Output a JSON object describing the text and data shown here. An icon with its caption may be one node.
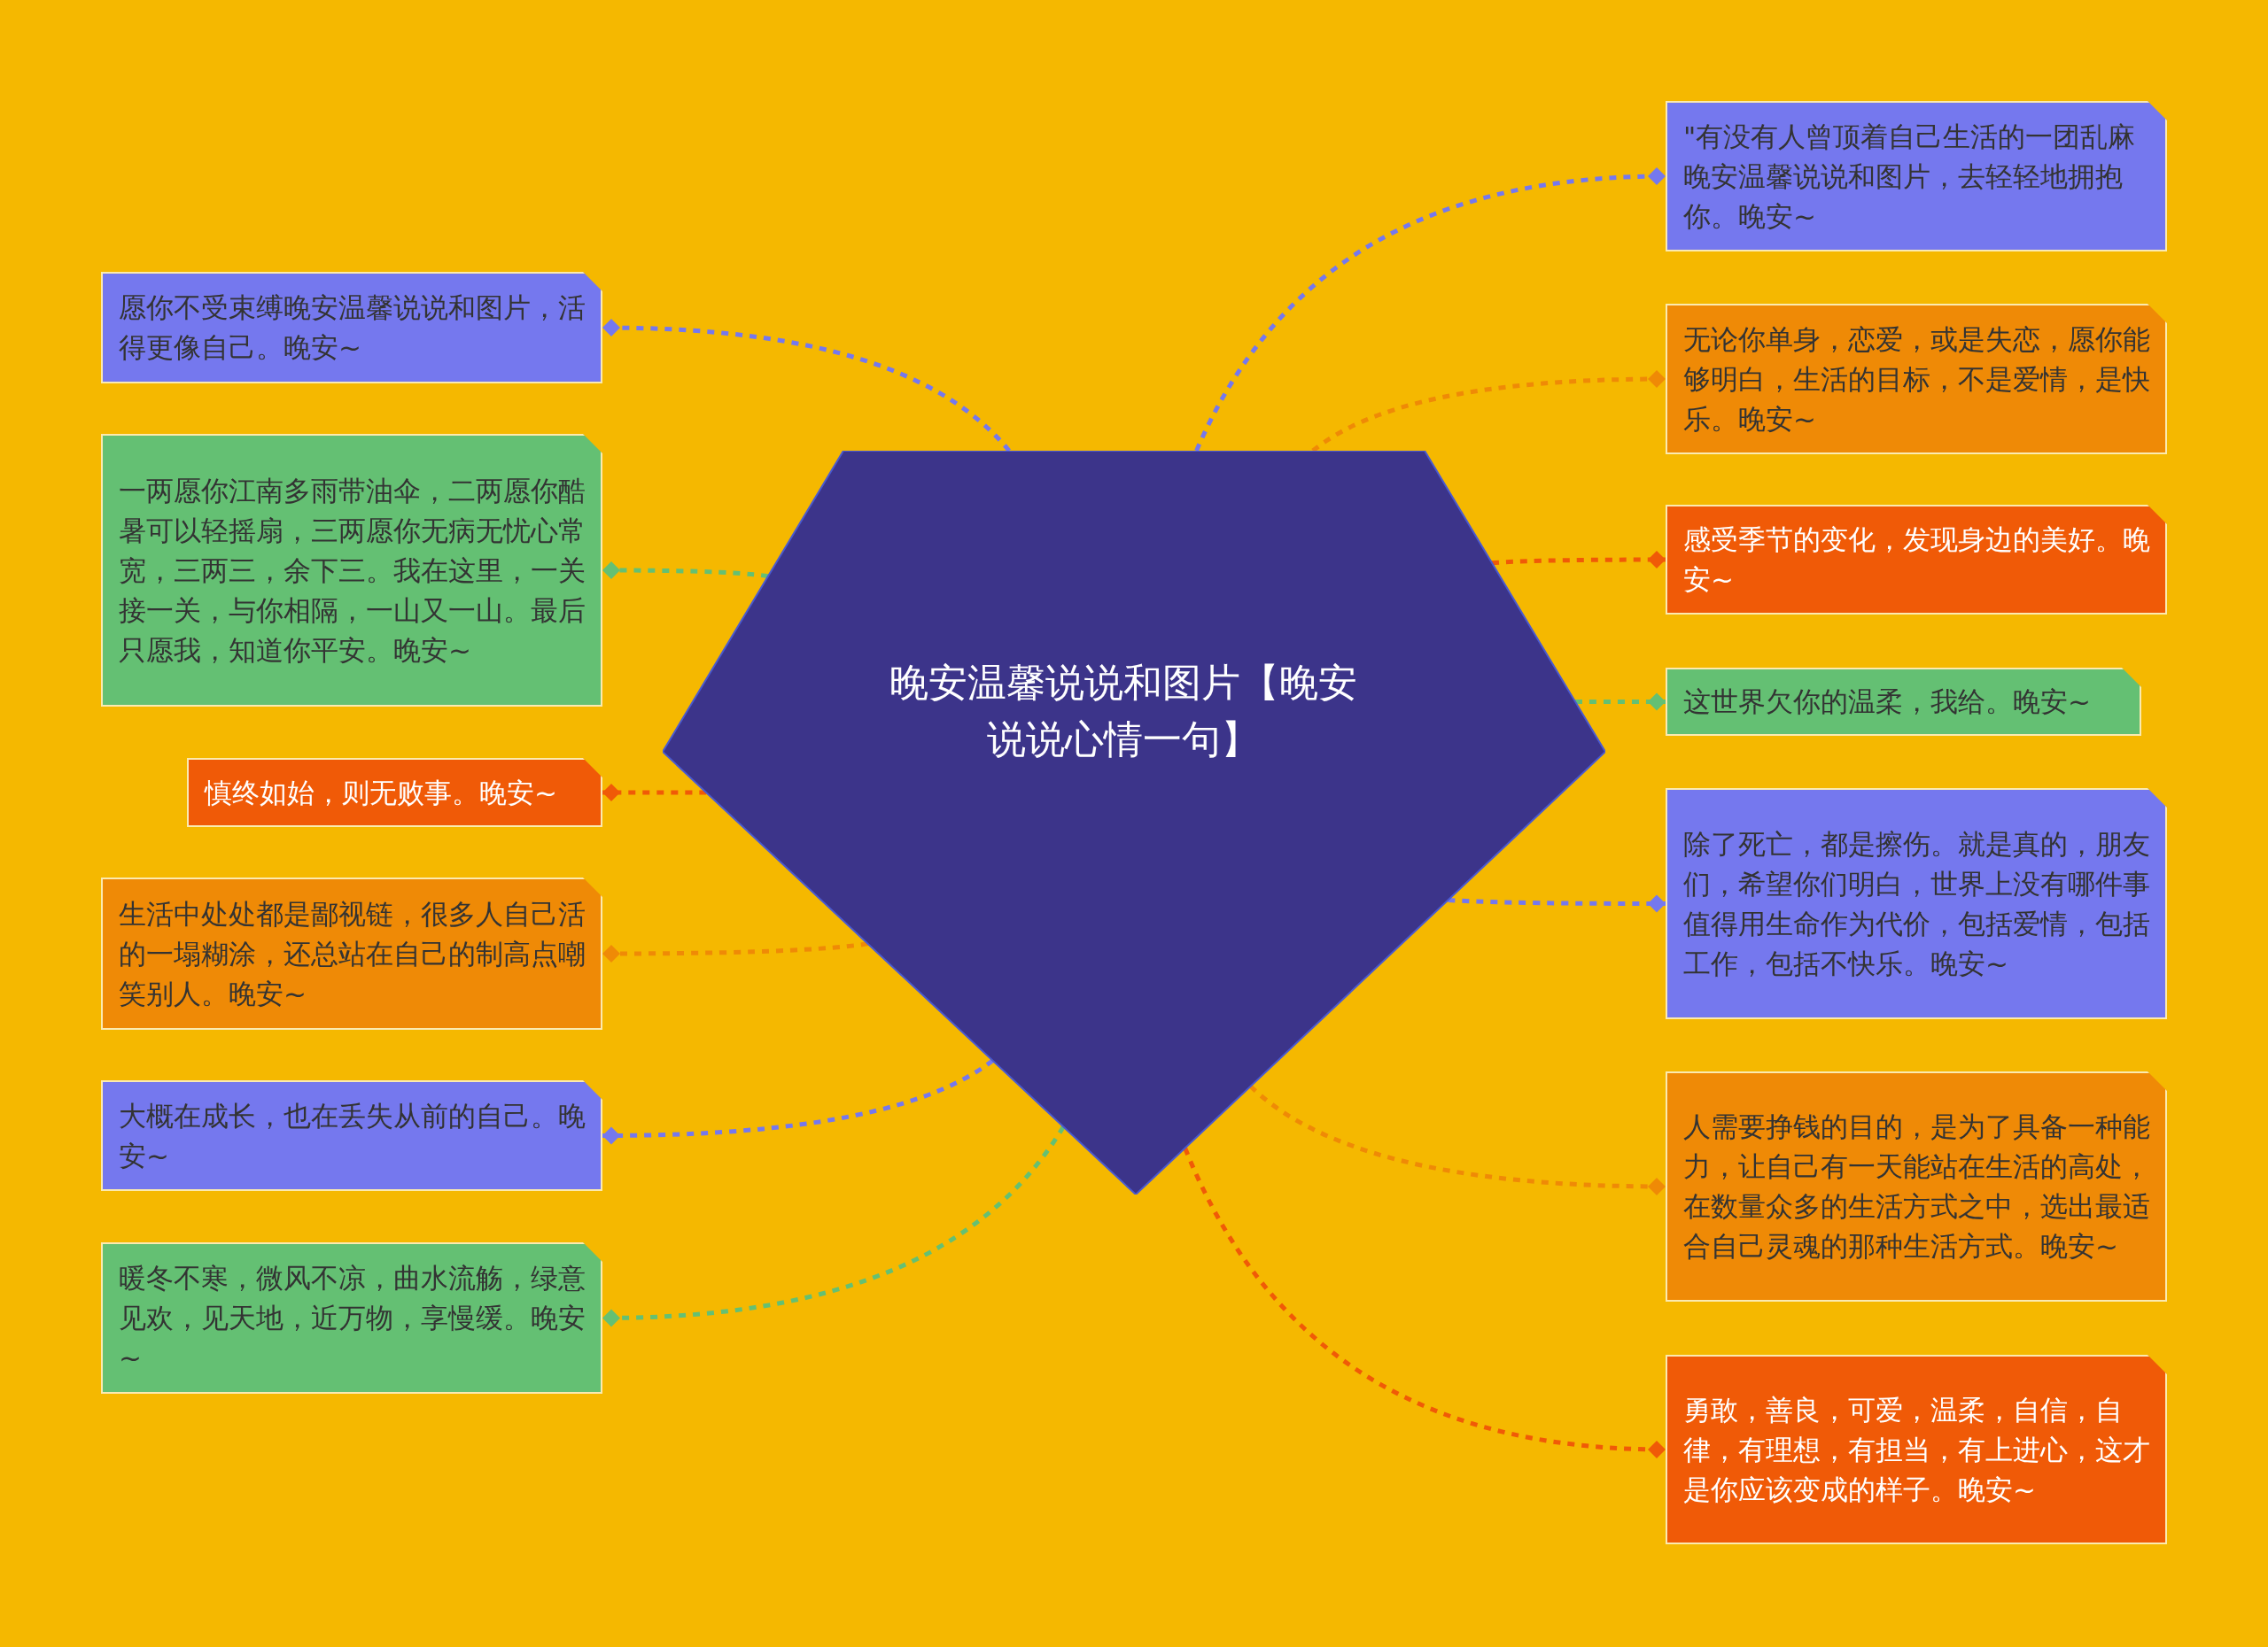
{
  "diagram": {
    "nodes": [
      {
        "text": [
          "晚安温馨说说和图片【晚安说说心情一句】"
        ]
      },
      {
        "text": [
          "\"有没有人曾顶着自己生活的一团乱麻晚安温馨说说和图片，去轻轻地拥抱你。晚安~"
        ]
      },
      {
        "text": [
          "无论你单身，恋爱，或是失恋，愿你能够明白，生活的目标，不是爱情，是快乐。晚安~"
        ]
      },
      {
        "text": [
          "感受季节的变化，发现身边的美好。晚安~"
        ]
      },
      {
        "text": [
          "这世界欠你的温柔，我给。晚安~"
        ]
      },
      {
        "text": [
          "除了死亡，都是擦伤。就是真的，朋友们，希望你们明白，世界上没有哪件事值得用生命作为代价，包括爱情，包括工作，包括不快乐。晚安~"
        ]
      },
      {
        "text": [
          "人需要挣钱的目的，是为了具备一种能力，让自己有一天能站在生活的高处，在数量众多的生活方式之中，选出最适合自己灵魂的那种生活方式。晚安~"
        ]
      },
      {
        "text": [
          "勇敢，善良，可爱，温柔，自信，自律，有理想，有担当，有上进心，这才是你应该变成的样子。晚安~"
        ]
      },
      {
        "text": [
          "愿你不受束缚晚安温馨说说和图片，活得更像自己。晚安~"
        ]
      },
      {
        "text": [
          "一两愿你江南多雨带油伞，二两愿你酷暑可以轻摇扇，三两愿你无病无忧心常宽，三两三，余下三。我在这里，一关接一关，与你相隔，一山又一山。最后只愿我，知道你平安。晚安~"
        ]
      },
      {
        "text": [
          "慎终如始，则无败事。晚安~"
        ]
      },
      {
        "text": [
          "生活中处处都是鄙视链，很多人自己活的一塌糊涂，还总站在自己的制高点嘲笑别人。晚安~"
        ]
      },
      {
        "text": [
          "大概在成长，也在丢失从前的自己。晚安~"
        ]
      },
      {
        "text": [
          "暖冬不寒，微风不凉，曲水流觞，绿意见欢，见天地，近万物，享慢缓。晚安~"
        ]
      }
    ],
    "edges": [
      {
        "from": 0,
        "to": 1,
        "arrow": "other",
        "style": "dashed",
        "color": "#7578ee"
      },
      {
        "from": 0,
        "to": 2,
        "arrow": "other",
        "style": "dashed",
        "color": "#ef8a06"
      },
      {
        "from": 0,
        "to": 3,
        "arrow": "other",
        "style": "dashed",
        "color": "#f05a07"
      },
      {
        "from": 0,
        "to": 4,
        "arrow": "other",
        "style": "dashed",
        "color": "#64c073"
      },
      {
        "from": 0,
        "to": 5,
        "arrow": "other",
        "style": "dashed",
        "color": "#7578ee"
      },
      {
        "from": 0,
        "to": 6,
        "arrow": "other",
        "style": "dashed",
        "color": "#ef8a06"
      },
      {
        "from": 0,
        "to": 7,
        "arrow": "other",
        "style": "dashed",
        "color": "#f05a07"
      },
      {
        "from": 0,
        "to": 8,
        "arrow": "other",
        "style": "dashed",
        "color": "#7578ee"
      },
      {
        "from": 0,
        "to": 9,
        "arrow": "other",
        "style": "dashed",
        "color": "#64c073"
      },
      {
        "from": 0,
        "to": 10,
        "arrow": "other",
        "style": "dashed",
        "color": "#f05a07"
      },
      {
        "from": 0,
        "to": 11,
        "arrow": "other",
        "style": "dashed",
        "color": "#ef8a06"
      },
      {
        "from": 0,
        "to": 12,
        "arrow": "other",
        "style": "dashed",
        "color": "#7578ee"
      },
      {
        "from": 0,
        "to": 13,
        "arrow": "other",
        "style": "dashed",
        "color": "#64c073"
      }
    ]
  }
}
